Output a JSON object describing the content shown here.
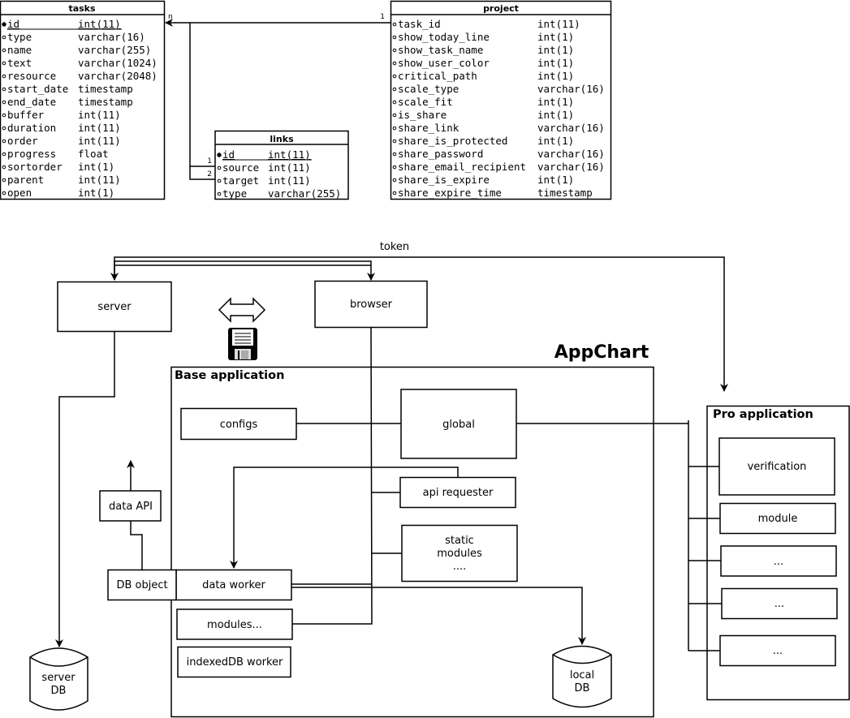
{
  "tables": {
    "tasks": {
      "title": "tasks",
      "fields": [
        {
          "name": "id",
          "type": "int(11)",
          "key": true
        },
        {
          "name": "type",
          "type": "varchar(16)"
        },
        {
          "name": "name",
          "type": "varchar(255)"
        },
        {
          "name": "text",
          "type": "varchar(1024)"
        },
        {
          "name": "resource",
          "type": "varchar(2048)"
        },
        {
          "name": "start_date",
          "type": "timestamp"
        },
        {
          "name": "end_date",
          "type": "timestamp"
        },
        {
          "name": "buffer",
          "type": "int(11)"
        },
        {
          "name": "duration",
          "type": "int(11)"
        },
        {
          "name": "order",
          "type": "int(11)"
        },
        {
          "name": "progress",
          "type": "float"
        },
        {
          "name": "sortorder",
          "type": "int(1)"
        },
        {
          "name": "parent",
          "type": "int(11)"
        },
        {
          "name": "open",
          "type": "int(1)"
        }
      ]
    },
    "links": {
      "title": "links",
      "fields": [
        {
          "name": "id",
          "type": "int(11)",
          "key": true
        },
        {
          "name": "source",
          "type": "int(11)"
        },
        {
          "name": "target",
          "type": "int(11)"
        },
        {
          "name": "type",
          "type": "varchar(255)"
        }
      ]
    },
    "project": {
      "title": "project",
      "fields": [
        {
          "name": "task_id",
          "type": "int(11)"
        },
        {
          "name": "show_today_line",
          "type": "int(1)"
        },
        {
          "name": "show_task_name",
          "type": "int(1)"
        },
        {
          "name": "show_user_color",
          "type": "int(1)"
        },
        {
          "name": "critical_path",
          "type": "int(1)"
        },
        {
          "name": "scale_type",
          "type": "varchar(16)"
        },
        {
          "name": "scale_fit",
          "type": "int(1)"
        },
        {
          "name": "is_share",
          "type": "int(1)"
        },
        {
          "name": "share_link",
          "type": "varchar(16)"
        },
        {
          "name": "share_is_protected",
          "type": "int(1)"
        },
        {
          "name": "share_password",
          "type": "varchar(16)"
        },
        {
          "name": "share_email_recipient",
          "type": "varchar(16)"
        },
        {
          "name": "share_is_expire",
          "type": "int(1)"
        },
        {
          "name": "share_expire_time",
          "type": "timestamp"
        }
      ]
    }
  },
  "relations": {
    "project_to_tasks_from": "1",
    "project_to_tasks_to": "n",
    "links_source": "1",
    "links_target": "2"
  },
  "architecture": {
    "title": "AppChart",
    "token_label": "token",
    "server": "server",
    "browser": "browser",
    "base_app": {
      "title": "Base application",
      "configs": "configs",
      "global": "global",
      "api_requester": "api requester",
      "static_modules": [
        "static",
        "modules",
        "...."
      ],
      "data_worker": "data worker",
      "modules": "modules...",
      "indexeddb_worker": "indexedDB worker"
    },
    "db_object": "DB object",
    "data_api": "data API",
    "server_db": [
      "server",
      "DB"
    ],
    "local_db": [
      "local",
      "DB"
    ],
    "pro_app": {
      "title": "Pro application",
      "verification": "verification",
      "module": "module",
      "ellipsis_1": "...",
      "ellipsis_2": "...",
      "ellipsis_3": "..."
    }
  }
}
